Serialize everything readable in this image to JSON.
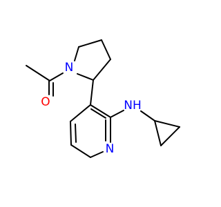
{
  "molecule": {
    "atoms": {
      "n_pyrrolidine": {
        "symbol": "N",
        "color": "#0000ff"
      },
      "o_carbonyl": {
        "symbol": "O",
        "color": "#ff0000"
      },
      "n_pyridine": {
        "symbol": "N",
        "color": "#0000ff"
      },
      "nh_amine": {
        "symbol": "NH",
        "color": "#0000ff"
      }
    }
  }
}
